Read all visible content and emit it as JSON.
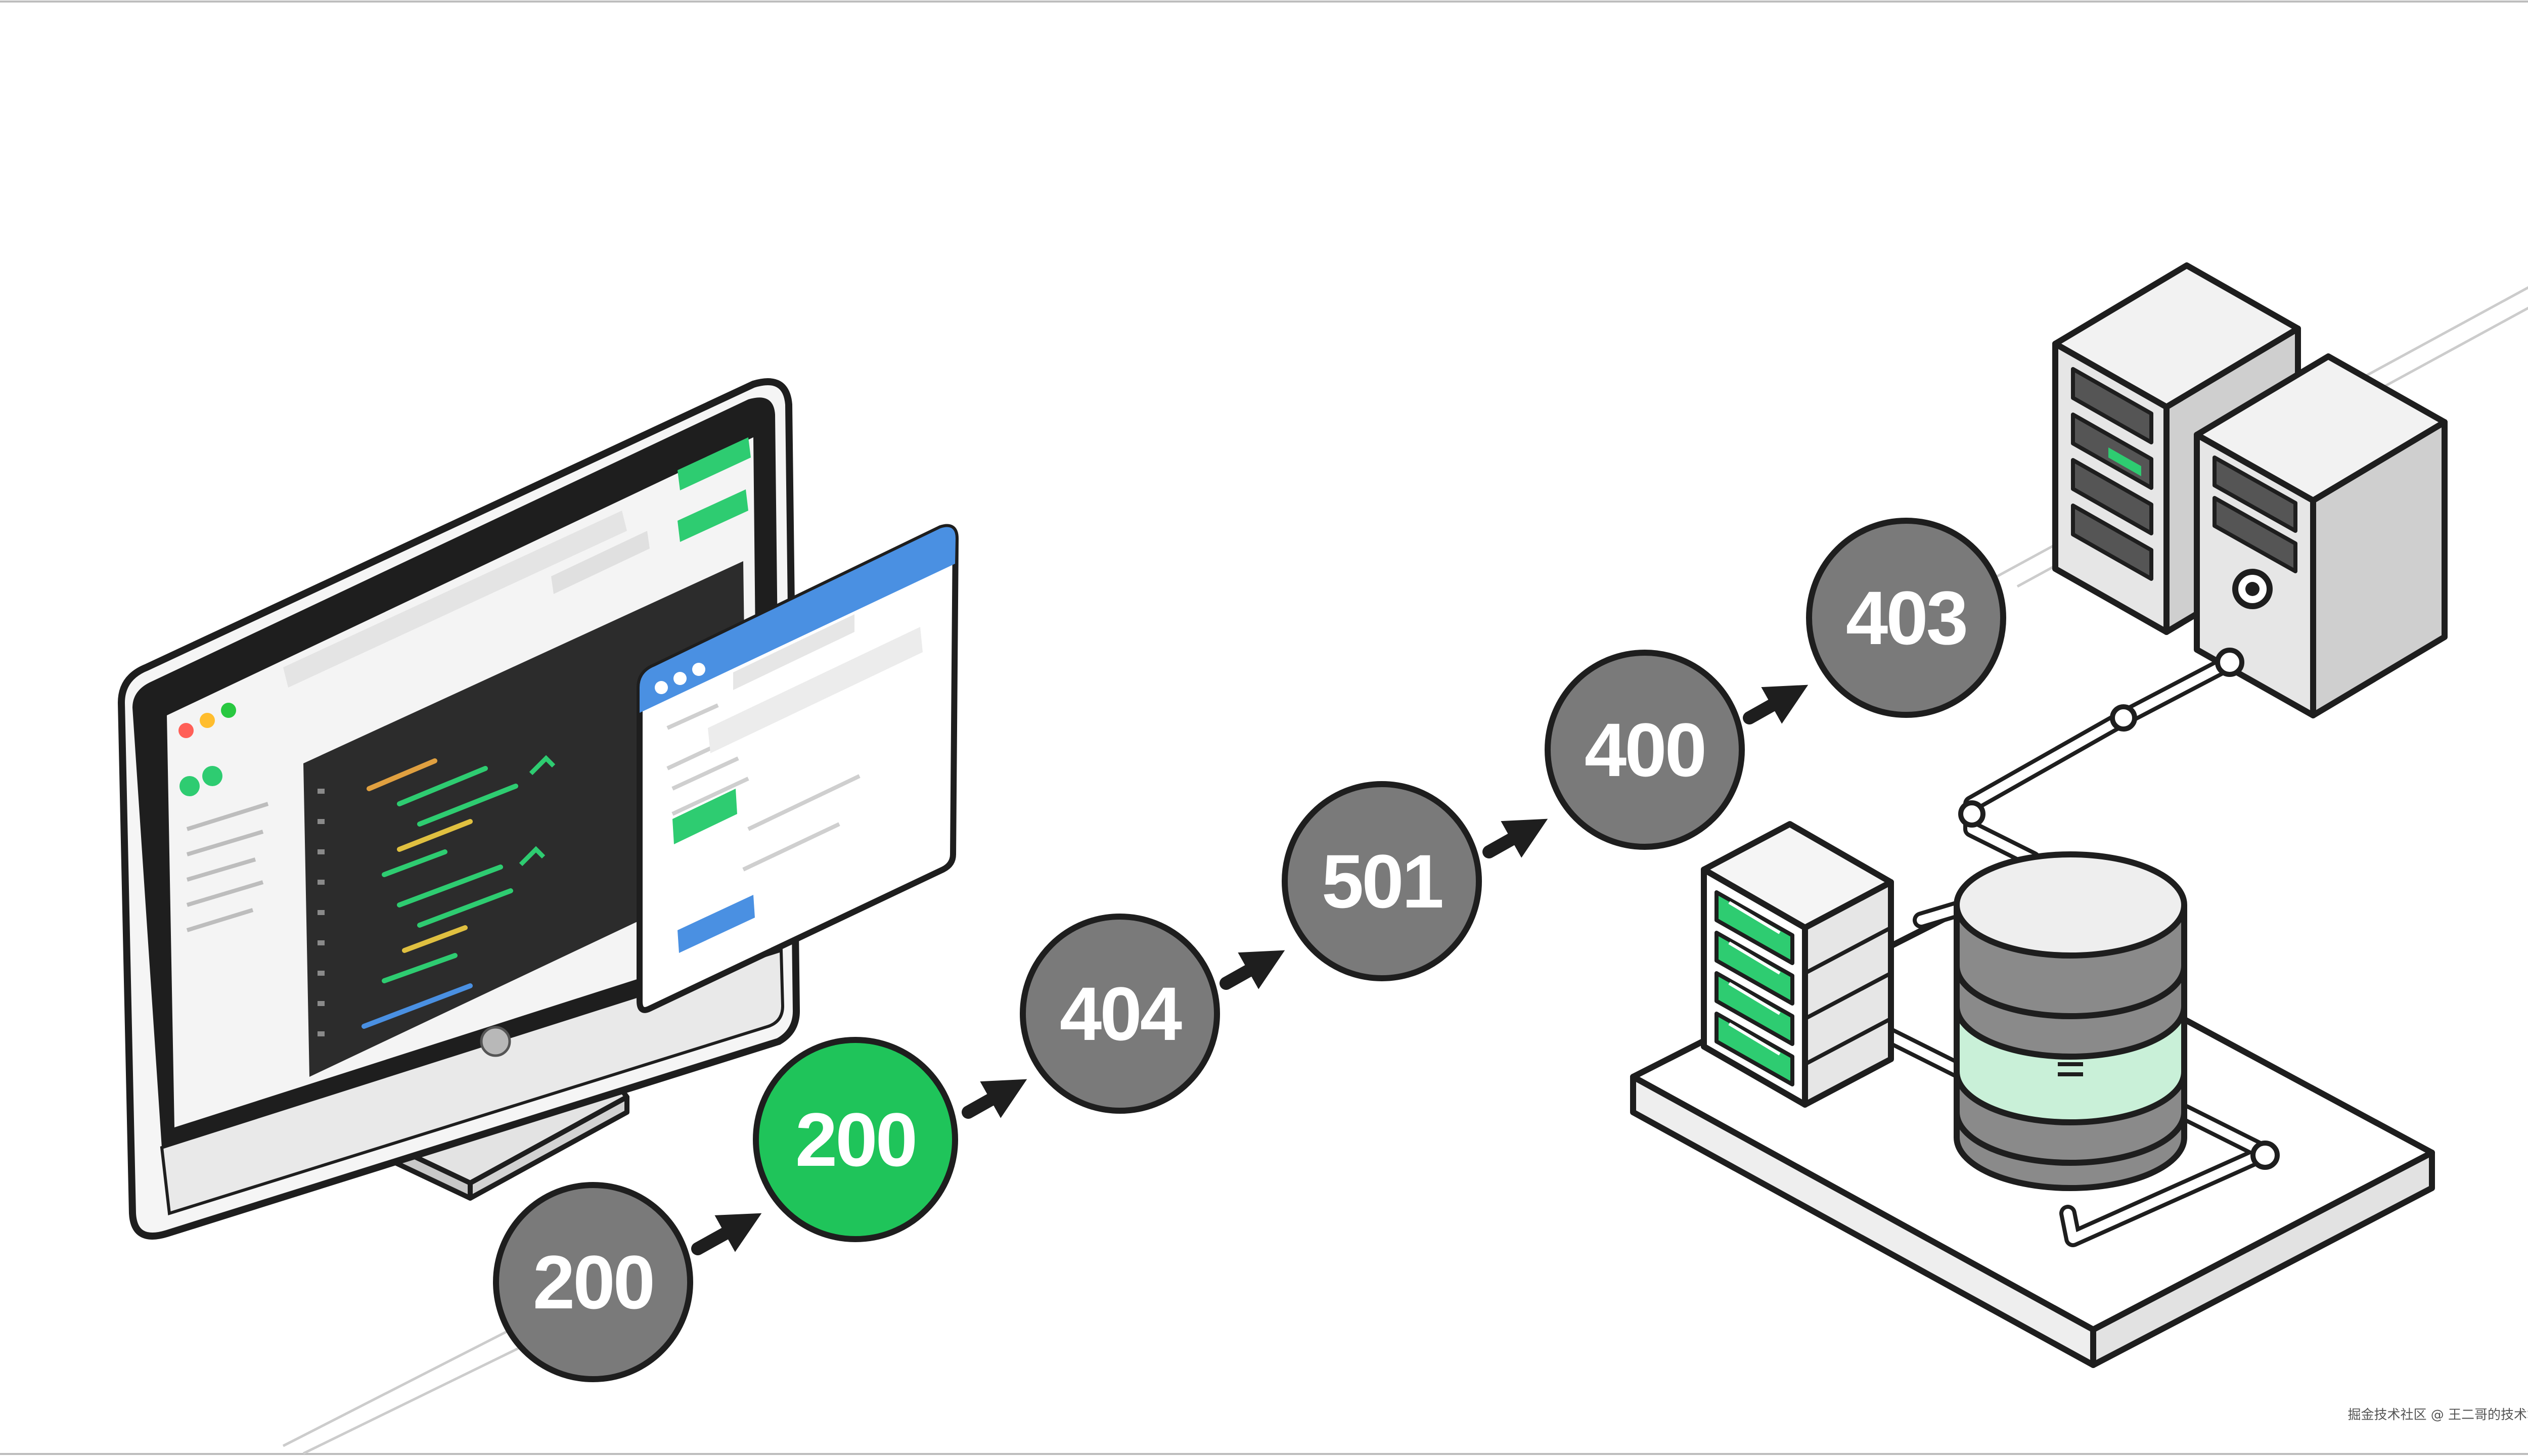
{
  "status_codes": [
    {
      "label": "200",
      "state": "neutral"
    },
    {
      "label": "200",
      "state": "success"
    },
    {
      "label": "404",
      "state": "neutral"
    },
    {
      "label": "501",
      "state": "neutral"
    },
    {
      "label": "400",
      "state": "neutral"
    },
    {
      "label": "403",
      "state": "neutral"
    }
  ],
  "colors": {
    "success": "#1fc45a",
    "neutral": "#7a7a7a",
    "outline": "#1e1e1e",
    "accent_green": "#2ecc71",
    "code_bg": "#2c2c2c",
    "browser_blue": "#4a90e2",
    "db_band": "#c9f0d8"
  },
  "icons": [
    "monitor-icon",
    "browser-window-icon",
    "server-tower-icon",
    "database-icon",
    "storage-rack-icon",
    "arrow-icon"
  ],
  "watermark": "掘金技术社区 @ 王二哥的技术笔记"
}
